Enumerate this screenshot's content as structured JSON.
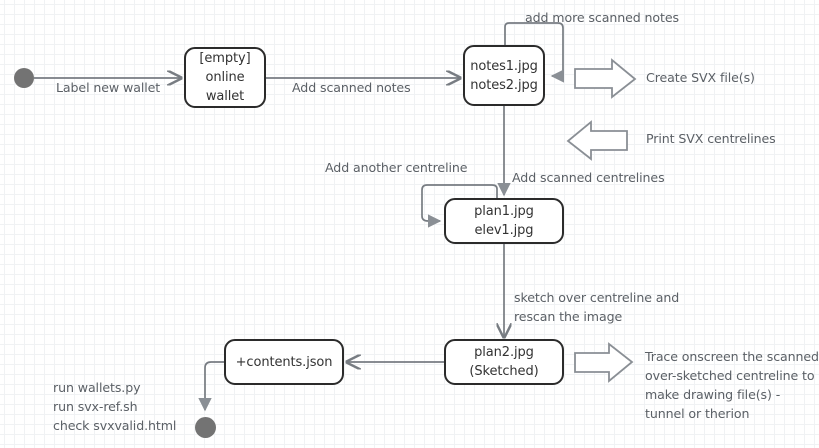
{
  "diagram": {
    "title": "cave survey workflow state diagram",
    "background": "#ffffff",
    "grid_color": "#e6eaee",
    "node_border_color": "#2b2b2b",
    "edge_color": "#777c82",
    "label_color": "#5b6066",
    "terminal_color": "#737373"
  },
  "nodes": {
    "start": {
      "name": "start-node",
      "label": ""
    },
    "wallet": {
      "lines": [
        "[empty]",
        "online",
        "wallet"
      ]
    },
    "notes": {
      "lines": [
        "notes1.jpg",
        "notes2.jpg"
      ]
    },
    "plan1": {
      "lines": [
        "plan1.jpg",
        "elev1.jpg"
      ]
    },
    "plan2": {
      "lines": [
        "plan2.jpg",
        "(Sketched)"
      ]
    },
    "contents": {
      "lines": [
        "+contents.json"
      ]
    },
    "end": {
      "name": "end-node",
      "label": ""
    }
  },
  "edge_labels": {
    "label_new_wallet": "Label new wallet",
    "add_scanned_notes": "Add scanned notes",
    "add_more_scanned_notes": "add more scanned notes",
    "add_scanned_centrelines": "Add scanned centrelines",
    "add_another_centreline": "Add another centreline",
    "sketch_over_line1": "sketch over centreline and",
    "sketch_over_line2": "rescan the image"
  },
  "annotations": {
    "create_svx": "Create SVX file(s)",
    "print_svx": "Print SVX centrelines",
    "trace_lines": [
      "Trace onscreen the scanned",
      "over-sketched centreline to",
      "make drawing file(s) -",
      "tunnel or therion"
    ],
    "run_commands": [
      "run wallets.py",
      "run svx-ref.sh",
      "check svxvalid.html"
    ]
  }
}
